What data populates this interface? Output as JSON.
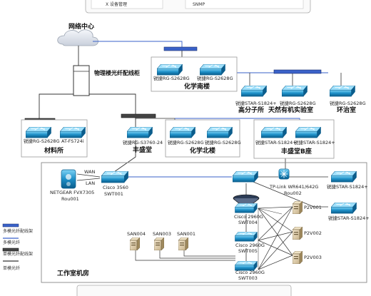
{
  "snmp_label": "SNMP",
  "top_tab_left": "X 设备管理",
  "cloud": {
    "label": "网络中心"
  },
  "patch_panel_title": "物理楼光纤配线柜",
  "groups": {
    "chem_south": {
      "title": "化学南楼",
      "switches": [
        "锐捷RG-S2628G",
        "锐捷RG-S2628G"
      ]
    },
    "materials": {
      "title": "材料所",
      "switches": [
        "锐捷RG-S2628G",
        "AT-FS724i"
      ]
    },
    "chem_north": {
      "title": "化学北楼",
      "switches": [
        "锐捷RG-S2628G",
        "锐捷RG-S2628G"
      ]
    },
    "fengsheng_b": {
      "title": "丰盛堂B座",
      "switches": [
        "锐捷STAR-S1824+",
        "锐捷STAR-S1824+"
      ]
    }
  },
  "standalone": {
    "polymer": {
      "device": "锐捷STAR-S1824+",
      "title": "高分子所"
    },
    "natural_lab": {
      "device": "锐捷RG-S2628G",
      "title": "天然有机实验室"
    },
    "env": {
      "device": "锐捷RG-S2628G",
      "title": "环治室"
    },
    "fengsheng": {
      "device": "锐捷RG-S3760-24",
      "title": "丰盛堂"
    }
  },
  "office": {
    "title": "工作室机房",
    "firewall": {
      "line1": "NETGEAR FVX7305",
      "line2": "Rou001"
    },
    "wan": "WAN",
    "lan": "LAN",
    "core": {
      "line1": "Cisco 3560",
      "line2": "SWT001"
    },
    "router": {
      "line1": "TP-Link WR641/642G",
      "line2": "Rou002"
    },
    "right_sw1": "锐捷STAR-S1824+",
    "right_sw2": "锐捷STAR-S1824+",
    "swt004": {
      "line1": "Cisco 2960G",
      "line2": "SWT004"
    },
    "swt005": {
      "line1": "Cisco 2960G",
      "line2": "SWT005"
    },
    "swt003": {
      "line1": "Cisco 2960G",
      "line2": "SWT003"
    },
    "san": [
      "SAN004",
      "SAN003",
      "SAN001"
    ],
    "p2v": [
      "P2V001",
      "P2V002",
      "P2V003"
    ]
  },
  "legend": [
    "多模光纤配线架",
    "多模光纤",
    "单模光纤配线架",
    "单模光纤"
  ],
  "colors": {
    "switch_blue": "#1e90c8",
    "fiber_blue": "#3a62c9",
    "border_gray": "#999999"
  }
}
